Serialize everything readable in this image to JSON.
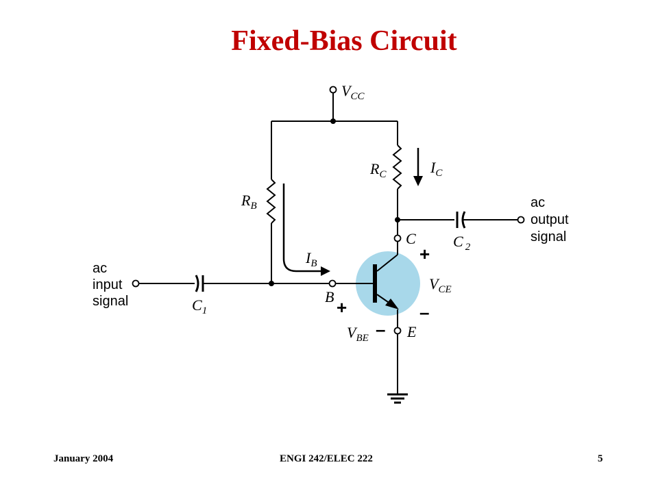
{
  "slide": {
    "title": "Fixed-Bias Circuit",
    "footer_left": "January 2004",
    "footer_center": "ENGI 242/ELEC 222",
    "footer_right": "5"
  },
  "diagram": {
    "supply": {
      "main": "V",
      "sub": "CC"
    },
    "rb": {
      "main": "R",
      "sub": "B"
    },
    "rc": {
      "main": "R",
      "sub": "C"
    },
    "ic": {
      "main": "I",
      "sub": "C"
    },
    "ib": {
      "main": "I",
      "sub": "B"
    },
    "c1": {
      "main": "C",
      "sub": "1"
    },
    "c2": {
      "main": "C",
      "sub": "2"
    },
    "vce": {
      "main": "V",
      "sub": "CE"
    },
    "vbe": {
      "main": "V",
      "sub": "BE"
    },
    "node_c": "C",
    "node_b": "B",
    "node_e": "E",
    "input_label": [
      "ac",
      "input",
      "signal"
    ],
    "output_label": [
      "ac",
      "output",
      "signal"
    ],
    "plus": "+",
    "minus": "–",
    "colors": {
      "transistor_highlight": "#a8d8ea",
      "title": "#c00000"
    }
  }
}
